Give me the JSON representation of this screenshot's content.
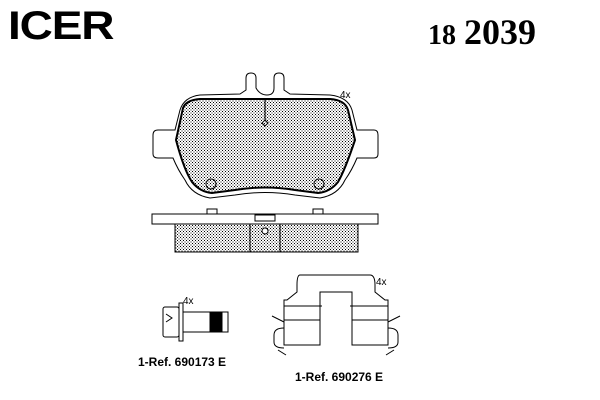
{
  "brand": "ICER",
  "part_number": {
    "prefix": "18",
    "number": "2039"
  },
  "pad_quantity": "4x",
  "accessories": [
    {
      "name": "bolt",
      "quantity": "4x",
      "reference": "1-Ref. 690173 E"
    },
    {
      "name": "clip",
      "quantity": "4x",
      "reference": "1-Ref. 690276 E"
    }
  ]
}
